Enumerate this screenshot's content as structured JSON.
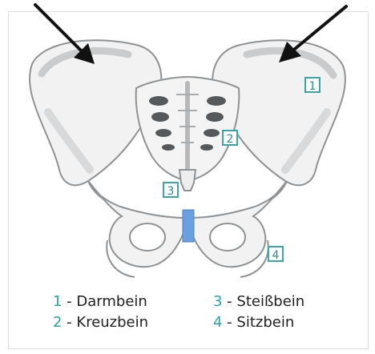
{
  "colors": {
    "frame_border": "#d8dde0",
    "bone_fill": "#f2f2f2",
    "bone_outline": "#8f9396",
    "bone_shade": "#c9cbcd",
    "dark_holes": "#55595c",
    "accent": "#3aa6a6",
    "pubic_symphysis": "#6a9fe0",
    "arrow": "#111111"
  },
  "markers": [
    {
      "id": "marker-1",
      "number": "1"
    },
    {
      "id": "marker-2",
      "number": "2"
    },
    {
      "id": "marker-3",
      "number": "3"
    },
    {
      "id": "marker-4",
      "number": "4"
    }
  ],
  "legend": {
    "items": [
      {
        "number": "1",
        "text": " - Darmbein"
      },
      {
        "number": "2",
        "text": " - Kreuzbein"
      },
      {
        "number": "3",
        "text": " - Steißbein"
      },
      {
        "number": "4",
        "text": " - Sitzbein"
      }
    ]
  }
}
